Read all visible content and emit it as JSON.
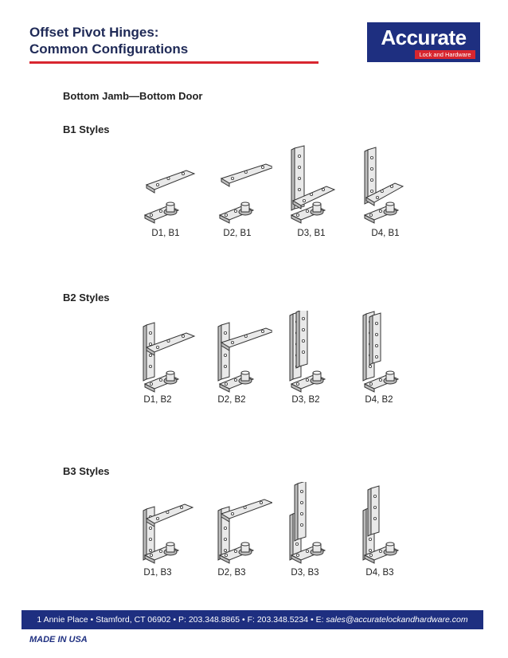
{
  "header": {
    "title_line1": "Offset Pivot Hinges:",
    "title_line2": "Common Configurations",
    "logo_word": "Accurate",
    "logo_tagline": "Lock and Hardware"
  },
  "section_heading": "Bottom Jamb—Bottom Door",
  "groups": [
    {
      "heading": "B1 Styles",
      "labels": [
        "D1, B1",
        "D2, B1",
        "D3, B1",
        "D4, B1"
      ]
    },
    {
      "heading": "B2 Styles",
      "labels": [
        "D1, B2",
        "D2, B2",
        "D3, B2",
        "D4, B2"
      ]
    },
    {
      "heading": "B3 Styles",
      "labels": [
        "D1, B3",
        "D2, B3",
        "D3, B3",
        "D4, B3"
      ]
    }
  ],
  "footer": {
    "address": "1 Annie Place  •  Stamford, CT 06902  •  P: 203.348.8865  •  F: 203.348.5234  •  E: ",
    "email": "sales@accuratelockandhardware.com",
    "made_in": "MADE IN USA"
  },
  "colors": {
    "brand_blue": "#1e2f80",
    "brand_red": "#d8262f",
    "title_text": "#1f2a57"
  }
}
